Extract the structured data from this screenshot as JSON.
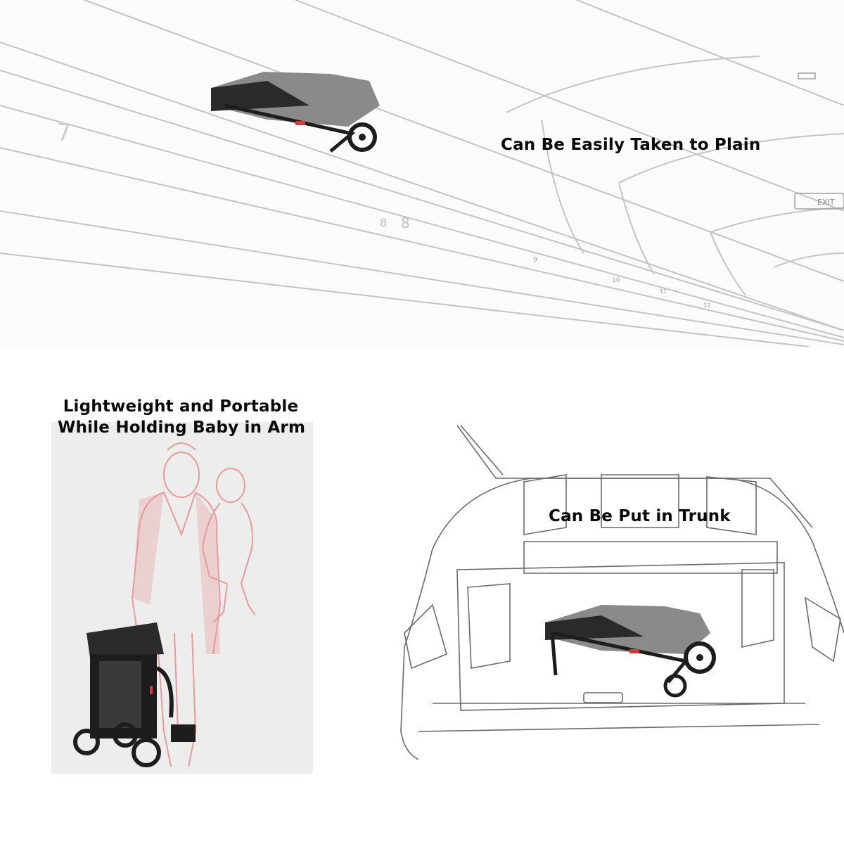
{
  "captions": {
    "plane": "Can Be Easily Taken to Plain",
    "portable_line1": "Lightweight and Portable",
    "portable_line2": "While Holding Baby in Arm",
    "trunk": "Can Be Put in Trunk"
  },
  "cabin_sketch": {
    "row_numbers": [
      "7",
      "8",
      "8",
      "9",
      "10",
      "11",
      "12"
    ],
    "exit_sign": "EXIT"
  },
  "colors": {
    "sketch_line": "#bdbdbd",
    "person_outline": "#e99a9a",
    "stroller_frame": "#1d1d1d",
    "stroller_fabric": "#8a8a8a",
    "panel_bg": "#ededed"
  },
  "icons": [
    "plane-cabin-illustration",
    "stroller-folded-icon",
    "mother-with-baby-illustration",
    "car-trunk-illustration"
  ]
}
